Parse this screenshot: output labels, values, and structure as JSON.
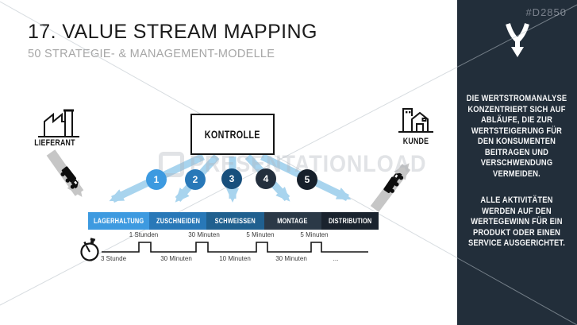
{
  "header": {
    "title": "17. VALUE STREAM MAPPING",
    "subtitle": "50 STRATEGIE- & MANAGEMENT-MODELLE"
  },
  "sidebar": {
    "code": "#D2850",
    "paragraphs": [
      "DIE WERTSTROMANALYSE KONZENTRIERT SICH AUF ABLÄUFE, DIE ZUR WERTSTEIGERUNG FÜR DEN KONSUMENTEN BEITRAGEN UND VERSCHWENDUNG VERMEIDEN.",
      "ALLE AKTIVITÄTEN WERDEN AUF DEN WERTEGEWINN FÜR EIN PRODUKT ODER EINEN SERVICE AUSGERICHTET."
    ]
  },
  "watermark": {
    "text": "PRESENTATIONLOAD"
  },
  "diagram": {
    "supplier_label": "LIEFERANT",
    "customer_label": "KUNDE",
    "control_label": "KONTROLLE",
    "steps": [
      {
        "num": "1",
        "label": "LAGERHALTUNG",
        "circle_color": "#3d9ae0",
        "box_color": "#3d9ae0"
      },
      {
        "num": "2",
        "label": "ZUSCHNEIDEN",
        "circle_color": "#2878b8",
        "box_color": "#2878b8"
      },
      {
        "num": "3",
        "label": "SCHWEISSEN",
        "circle_color": "#174f7c",
        "box_color": "#20608f"
      },
      {
        "num": "4",
        "label": "MONTAGE",
        "circle_color": "#232f3d",
        "box_color": "#2b3947"
      },
      {
        "num": "5",
        "label": "DISTRIBUTION",
        "circle_color": "#161f2a",
        "box_color": "#1a232e"
      }
    ],
    "timeline": {
      "top_labels": [
        "1 Stunden",
        "30 Minuten",
        "5 Minuten",
        "5 Minuten"
      ],
      "bottom_labels": [
        "3 Stunde",
        "30 Minuten",
        "10 Minuten",
        "30 Minuten",
        "..."
      ]
    }
  },
  "colors": {
    "arrow_blue": "#a8d4ee",
    "transport_gray": "#c6c6c6",
    "sidebar_bg": "#222e3a",
    "diagonal_line": "#b7bfc7"
  }
}
